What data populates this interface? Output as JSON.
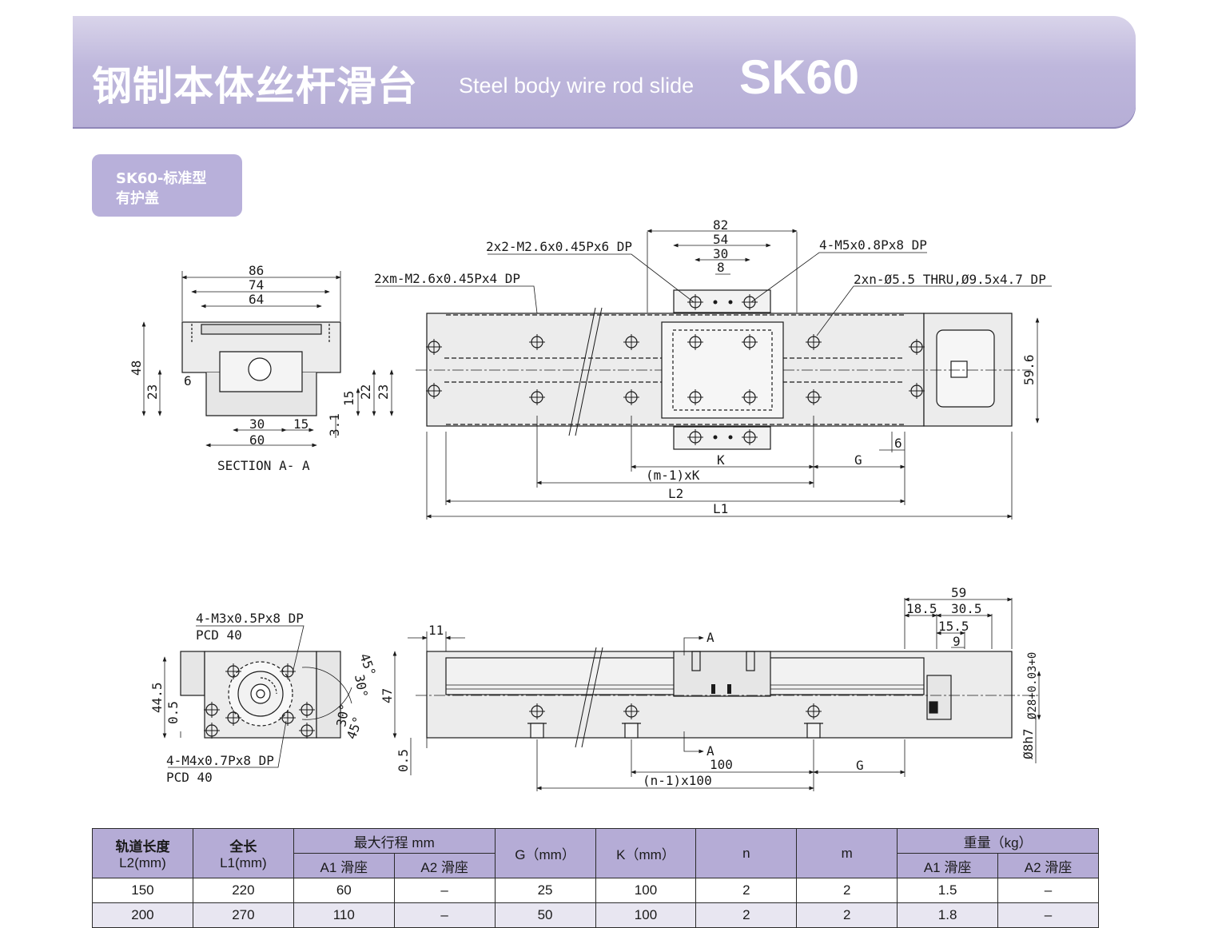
{
  "header": {
    "title_cn": "钢制本体丝杆滑台",
    "title_en": "Steel body wire rod slide",
    "model": "SK60"
  },
  "tag": {
    "line1": "SK60-标准型",
    "line2": "有护盖"
  },
  "top_drawing": {
    "section": {
      "dim_86": "86",
      "dim_74": "74",
      "dim_64": "64",
      "dim_48": "48",
      "dim_23a": "23",
      "dim_6": "6",
      "dim_15": "15",
      "dim_22": "22",
      "dim_23b": "23",
      "dim_30": "30",
      "dim_15b": "15",
      "dim_60": "60",
      "dim_3_1": "3.1",
      "caption": "SECTION A- A"
    },
    "plan": {
      "note_a": "2x2-M2.6x0.45Px6 DP",
      "note_b": "2xm-M2.6x0.45Px4 DP",
      "note_c": "4-M5x0.8Px8 DP",
      "note_d": "2xn-Ø5.5 THRU,Ø9.5x4.7 DP",
      "dim_82": "82",
      "dim_54": "54",
      "dim_30": "30",
      "dim_8": "8",
      "dim_59_6": "59.6",
      "dim_6": "6",
      "lbl_K": "K",
      "lbl_G": "G",
      "lbl_mk": "(m-1)xK",
      "lbl_L2": "L2",
      "lbl_L1": "L1"
    }
  },
  "bottom_drawing": {
    "end_view": {
      "note_a": "4-M3x0.5Px8 DP",
      "pcd_a": "PCD 40",
      "note_b": "4-M4x0.7Px8 DP",
      "pcd_b": "PCD 40",
      "ang_45a": "45°",
      "ang_30a": "30°",
      "ang_30b": "30°",
      "ang_45b": "45°",
      "dim_44_5": "44.5",
      "dim_0_5": "0.5"
    },
    "side_view": {
      "dim_11": "11",
      "dim_47": "47",
      "dim_0_5": "0.5",
      "lbl_A1": "A",
      "lbl_A2": "A",
      "dim_100": "100",
      "lbl_n100": "(n-1)x100",
      "lbl_G": "G",
      "dim_59": "59",
      "dim_18_5": "18.5",
      "dim_30_5": "30.5",
      "dim_15_5": "15.5",
      "dim_9": "9",
      "dim_28": "Ø28+0.03+0",
      "dim_8h7": "Ø8h7"
    }
  },
  "table": {
    "h_rail": "轨道长度",
    "h_rail_u": "L2(mm)",
    "h_len": "全长",
    "h_len_u": "L1(mm)",
    "h_stroke": "最大行程 mm",
    "h_a1": "A1 滑座",
    "h_a2": "A2 滑座",
    "h_g": "G（mm）",
    "h_k": "K（mm）",
    "h_n": "n",
    "h_m": "m",
    "h_weight": "重量（kg）",
    "h_wa1": "A1 滑座",
    "h_wa2": "A2 滑座",
    "rows": [
      [
        "150",
        "220",
        "60",
        "–",
        "25",
        "100",
        "2",
        "2",
        "1.5",
        "–"
      ],
      [
        "200",
        "270",
        "110",
        "–",
        "50",
        "100",
        "2",
        "2",
        "1.8",
        "–"
      ]
    ]
  }
}
